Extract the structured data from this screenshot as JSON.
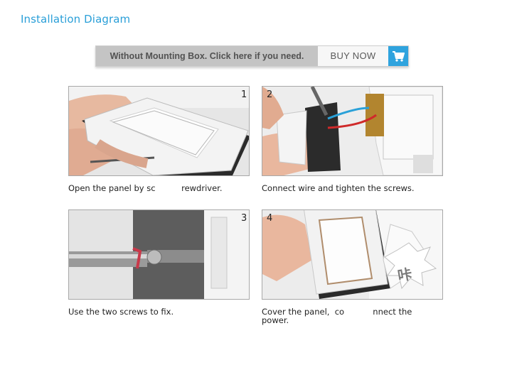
{
  "title": "Installation Diagram",
  "banner": {
    "notice": "Without Mounting Box. Click here if you need.",
    "buy_label": "BUY NOW",
    "cart_icon": "shopping-cart-icon",
    "accent": "#2fa3de"
  },
  "steps": [
    {
      "number": "1",
      "caption": "Open the panel by sc          rewdriver."
    },
    {
      "number": "2",
      "caption": "Connect wire and tighten the screws."
    },
    {
      "number": "3",
      "caption": "Use the two screws to fix."
    },
    {
      "number": "4",
      "caption_line1": "Cover the panel,  co           nnect the",
      "caption_line2": "power.",
      "stamp": "咔"
    }
  ]
}
